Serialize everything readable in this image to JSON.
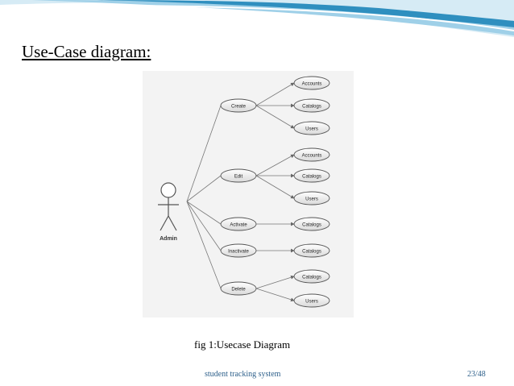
{
  "slide": {
    "title": "Use-Case diagram:",
    "caption": "fig 1:Usecase Diagram",
    "footer": "student tracking system",
    "page_number": "23/48"
  },
  "diagram": {
    "actor": "Admin",
    "use_cases": [
      {
        "label": "Create",
        "targets": [
          "Accounts",
          "Catalogs",
          "Users"
        ]
      },
      {
        "label": "Edit",
        "targets": [
          "Accounts",
          "Catalogs",
          "Users"
        ]
      },
      {
        "label": "Activate",
        "targets": [
          "Catalogs"
        ]
      },
      {
        "label": "Inactivate",
        "targets": [
          "Catalogs"
        ]
      },
      {
        "label": "Delete",
        "targets": [
          "Catalogs",
          "Users"
        ]
      }
    ]
  },
  "colors": {
    "header_wave": "#2f8fbf",
    "footer_text": "#2d5f8a"
  }
}
